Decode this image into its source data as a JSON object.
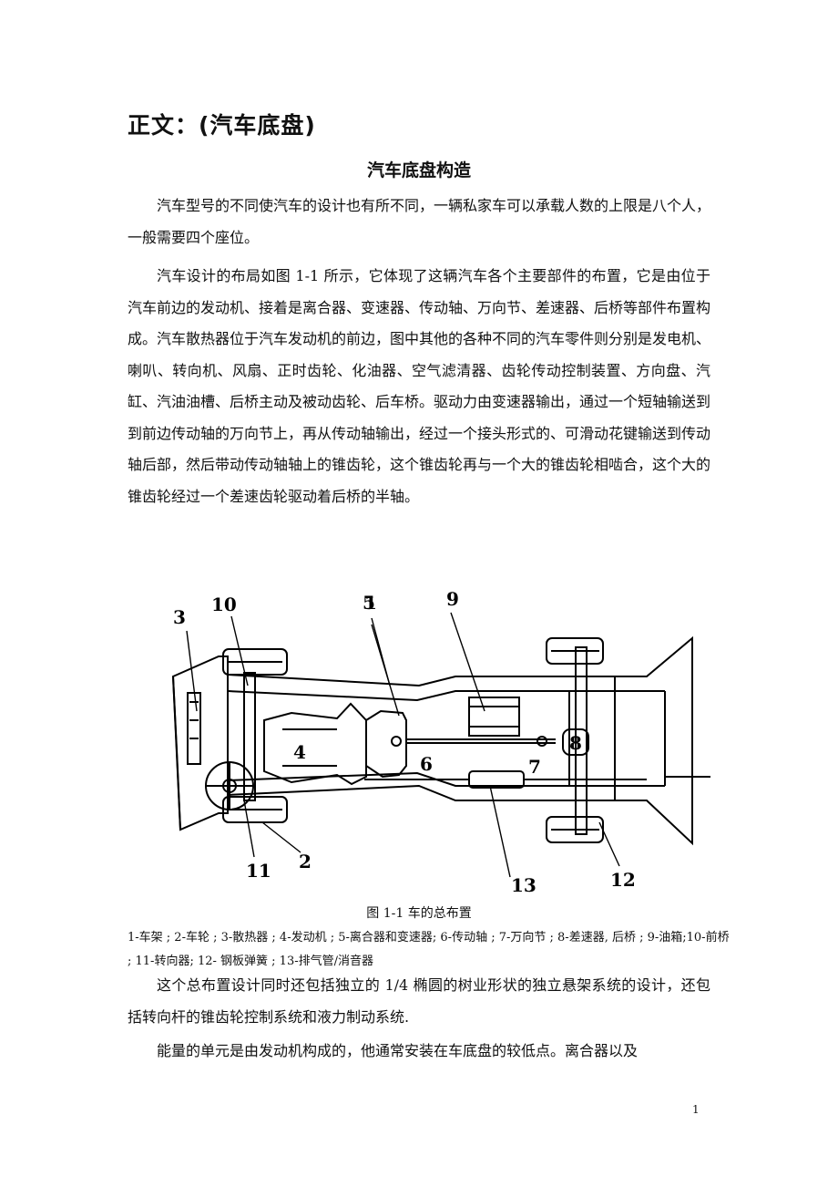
{
  "section_title": "正文：(汽车底盘)",
  "doc_title": "汽车底盘构造",
  "paragraphs": [
    "汽车型号的不同使汽车的设计也有所不同，一辆私家车可以承载人数的上限是八个人，一般需要四个座位。",
    "汽车设计的布局如图 1-1 所示，它体现了这辆汽车各个主要部件的布置，它是由位于汽车前边的发动机、接着是离合器、变速器、传动轴、万向节、差速器、后桥等部件布置构成。汽车散热器位于汽车发动机的前边，图中其他的各种不同的汽车零件则分别是发电机、喇叭、转向机、风扇、正时齿轮、化油器、空气滤清器、齿轮传动控制装置、方向盘、汽缸、汽油油槽、后桥主动及被动齿轮、后车桥。驱动力由变速器输出，通过一个短轴输送到到前边传动轴的万向节上，再从传动轴输出，经过一个接头形式的、可滑动花键输送到传动轴后部，然后带动传动轴轴上的锥齿轮，这个锥齿轮再与一个大的锥齿轮相啮合，这个大的锥齿轮经过一个差速齿轮驱动着后桥的半轴。",
    "这个总布置设计同时还包括独立的 1/4 椭圆的树业形状的独立悬架系统的设计，还包括转向杆的锥齿轮控制系统和液力制动系统.",
    "能量的单元是由发动机构成的，他通常安装在车底盘的较低点。离合器以及"
  ],
  "figure": {
    "labels": [
      "1",
      "2",
      "3",
      "4",
      "5",
      "6",
      "7",
      "8",
      "9",
      "10",
      "11",
      "12",
      "13"
    ],
    "caption": "图 1-1   车的总布置",
    "legend": "1-车架 ; 2-车轮 ; 3-散热器 ; 4-发动机 ; 5-离合器和变速器; 6-传动轴 ; 7-万向节 ; 8-差速器, 后桥 ; 9-油箱;10-前桥 ; 11-转向器; 12- 钢板弹簧 ; 13-排气管/消音器"
  },
  "page_number": "1"
}
